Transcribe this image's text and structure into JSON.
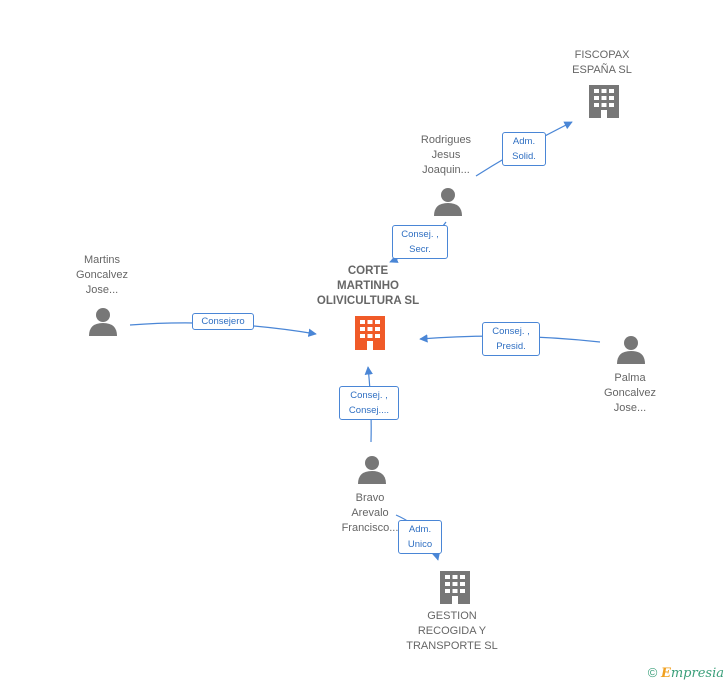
{
  "nodes": {
    "center": {
      "label": "CORTE\nMARTINHO\nOLIVICULTURA SL",
      "type": "company",
      "color": "#f05a28"
    },
    "fiscopax": {
      "label": "FISCOPAX\nESPAÑA  SL",
      "type": "company",
      "color": "#777777"
    },
    "gestion": {
      "label": "GESTION\nRECOGIDA Y\nTRANSPORTE SL",
      "type": "company",
      "color": "#777777"
    },
    "rodrigues": {
      "label": "Rodrigues\nJesus\nJoaquin...",
      "type": "person"
    },
    "martins": {
      "label": "Martins\nGoncalvez\nJose...",
      "type": "person"
    },
    "palma": {
      "label": "Palma\nGoncalvez\nJose...",
      "type": "person"
    },
    "bravo": {
      "label": "Bravo\nArevalo\nFrancisco...",
      "type": "person"
    }
  },
  "relations": {
    "rodrigues_fiscopax": "Adm.\nSolid.",
    "rodrigues_center": "Consej. ,\nSecr.",
    "martins_center": "Consejero",
    "palma_center": "Consej. ,\nPresid.",
    "bravo_center": "Consej. ,\nConsej....",
    "bravo_gestion": "Adm.\nUnico"
  },
  "colors": {
    "edge": "#4a86d6",
    "person": "#777777"
  },
  "footer": {
    "copyright_symbol": "©",
    "brand_first": "E",
    "brand_rest": "mpresia"
  }
}
